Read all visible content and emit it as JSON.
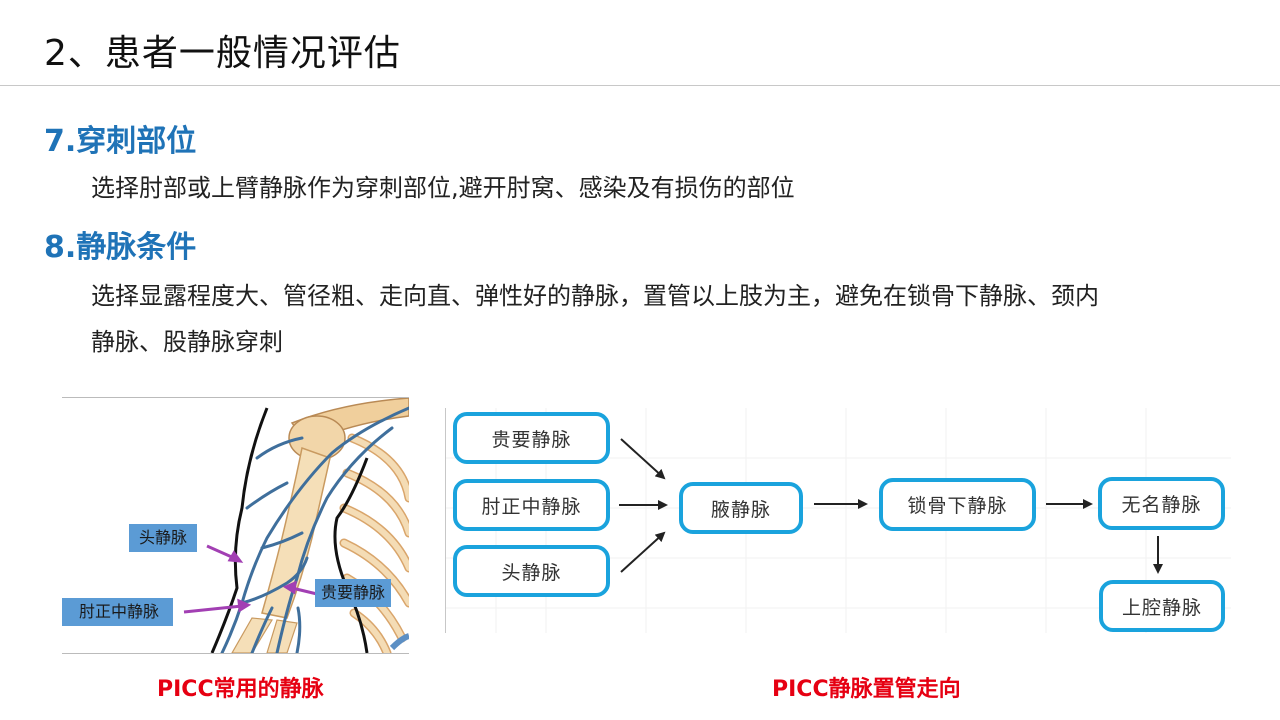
{
  "slide": {
    "title": "2、患者一般情况评估"
  },
  "sections": [
    {
      "heading": "7.穿刺部位",
      "lines": [
        "选择肘部或上臂静脉作为穿刺部位,避开肘窝、感染及有损伤的部位"
      ]
    },
    {
      "heading": "8.静脉条件",
      "lines": [
        "选择显露程度大、管径粗、走向直、弹性好的静脉，置管以上肢为主，避免在锁骨下静脉、颈内",
        "静脉、股静脉穿刺"
      ]
    }
  ],
  "illustration": {
    "labels": {
      "cephalic": "头静脉",
      "median_cubital": "肘正中静脉",
      "basilic": "贵要静脉"
    },
    "colors": {
      "label_bg": "#5b9bd5",
      "pointer": "#a23fb3",
      "vein": "#3f6f9c",
      "bone": "#f2d6a9"
    },
    "caption": "PICC常用的静脉"
  },
  "flow": {
    "nodes": {
      "basilic": "贵要静脉",
      "median_cubital": "肘正中静脉",
      "cephalic": "头静脉",
      "axillary": "腋静脉",
      "subclavian": "锁骨下静脉",
      "brachiocephalic": "无名静脉",
      "svc": "上腔静脉"
    },
    "edges": [
      [
        "贵要静脉",
        "腋静脉"
      ],
      [
        "肘正中静脉",
        "腋静脉"
      ],
      [
        "头静脉",
        "腋静脉"
      ],
      [
        "腋静脉",
        "锁骨下静脉"
      ],
      [
        "锁骨下静脉",
        "无名静脉"
      ],
      [
        "无名静脉",
        "上腔静脉"
      ]
    ],
    "colors": {
      "node_border": "#1aa3dd",
      "arrow": "#222222"
    },
    "caption": "PICC静脉置管走向"
  }
}
